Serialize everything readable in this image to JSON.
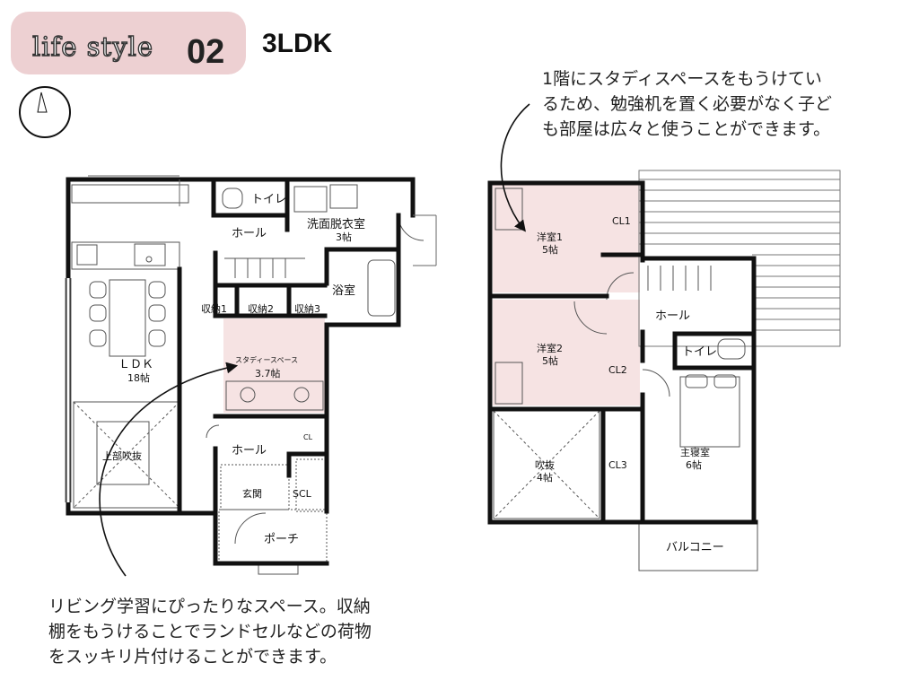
{
  "header": {
    "badge_text": "life style",
    "badge_number": "02",
    "plan_type": "3LDK"
  },
  "colors": {
    "badge_bg": "#edd0d2",
    "highlight": "#f6e3e3",
    "wall": "#111111"
  },
  "icons": [
    "compass-icon",
    "arrow-icon"
  ],
  "notes": {
    "top": "1階にスタディスペースをもうけてい\nるため、勉強机を置く必要がなく子ど\nも部屋は広々と使うことができます。",
    "bottom": "リビング学習にぴったりなスペース。収納\n棚をもうけることでランドセルなどの荷物\nをスッキリ片付けることができます。"
  },
  "floor1": {
    "toilet": "トイレ",
    "hall_upper": "ホール",
    "washroom": "洗面脱衣室",
    "washroom_size": "3帖",
    "bath": "浴室",
    "storage1": "収納1",
    "storage2": "収納2",
    "storage3": "収納3",
    "ldk": "ＬＤＫ",
    "ldk_size": "18帖",
    "study": "スタディースペース",
    "study_size": "3.7帖",
    "void_above": "上部吹抜",
    "hall_lower": "ホール",
    "cl": "CL",
    "entrance": "玄関",
    "scl": "SCL",
    "porch": "ポーチ"
  },
  "floor2": {
    "room1": "洋室1",
    "room1_size": "5帖",
    "cl1": "CL1",
    "hall": "ホール",
    "toilet": "トイレ",
    "room2": "洋室2",
    "room2_size": "5帖",
    "cl2": "CL2",
    "void": "吹抜",
    "void_size": "4帖",
    "cl3": "CL3",
    "master": "主寝室",
    "master_size": "6帖",
    "balcony": "バルコニー"
  }
}
